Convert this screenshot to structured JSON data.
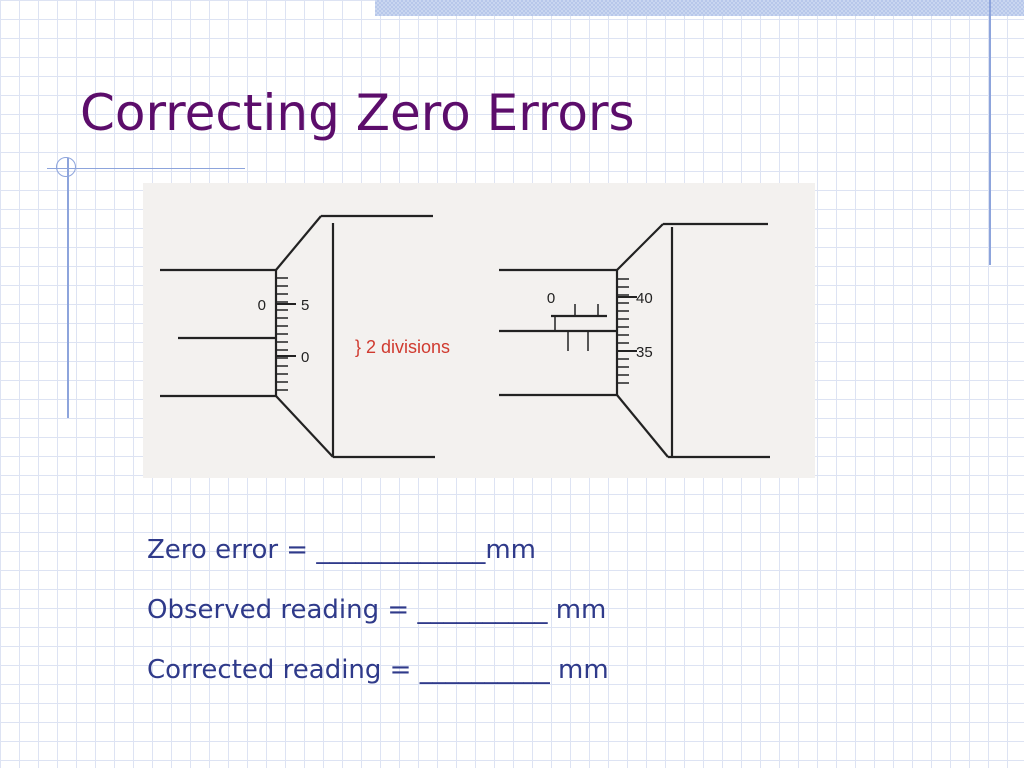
{
  "title": "Correcting Zero Errors",
  "figure": {
    "left_scale": {
      "main_label": "0",
      "upper": "5",
      "lower": "0"
    },
    "right_scale": {
      "main_label": "0",
      "upper": "40",
      "lower": "35"
    },
    "annotation": "} 2 divisions"
  },
  "lines": [
    {
      "label": "Zero error = ",
      "blank": "_____________",
      "unit": "mm"
    },
    {
      "label": "Observed reading = ",
      "blank": "__________",
      "unit": " mm"
    },
    {
      "label": "Corrected reading = ",
      "blank": "__________",
      "unit": " mm"
    }
  ],
  "colors": {
    "title": "#5c0d6b",
    "body_text": "#2f3a8a",
    "grid": "#dde3f3",
    "decor_lines": "#8da4dc"
  }
}
